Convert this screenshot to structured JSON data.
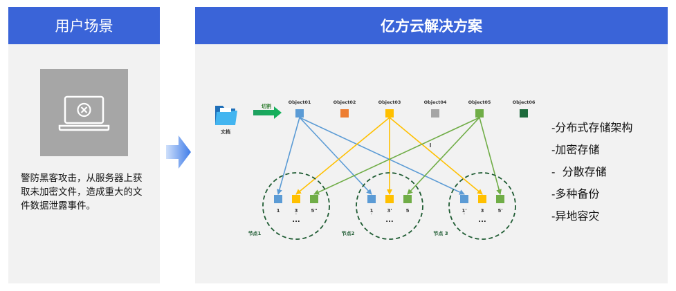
{
  "left": {
    "title": "用户场景",
    "description": "警防黑客攻击，从服务器上获取未加密文件，造成重大的文件数据泄露事件。"
  },
  "right": {
    "title": "亿方云解决方案"
  },
  "diagram": {
    "file_label": "文档",
    "split_label": "切割",
    "objects": [
      {
        "label": "Object01",
        "color": "#5b9bd5"
      },
      {
        "label": "Object02",
        "color": "#ed7d31"
      },
      {
        "label": "Object03",
        "color": "#ffc000"
      },
      {
        "label": "Object04",
        "color": "#a5a5a5"
      },
      {
        "label": "Object05",
        "color": "#70ad47"
      },
      {
        "label": "Object06",
        "color": "#1e6b3c"
      }
    ],
    "nodes": [
      {
        "label": "节点1",
        "items": [
          "1",
          "3",
          "5''"
        ],
        "marks": [
          "",
          "'",
          ""
        ]
      },
      {
        "label": "节点2",
        "items": [
          "1",
          "3'",
          "5"
        ],
        "marks": [
          "'",
          "",
          ""
        ]
      },
      {
        "label": "节点 3",
        "items": [
          "1'",
          "3",
          "5'"
        ],
        "marks": [
          "'",
          "",
          ""
        ]
      }
    ],
    "ellipsis": "..."
  },
  "solutions": [
    "-分布式存储架构",
    "-加密存储",
    "-  分散存储",
    "-多种备份",
    "-异地容灾"
  ],
  "icons": {
    "laptop": "laptop-error-icon",
    "folder": "folder-icon",
    "arrow": "right-arrow-icon"
  }
}
